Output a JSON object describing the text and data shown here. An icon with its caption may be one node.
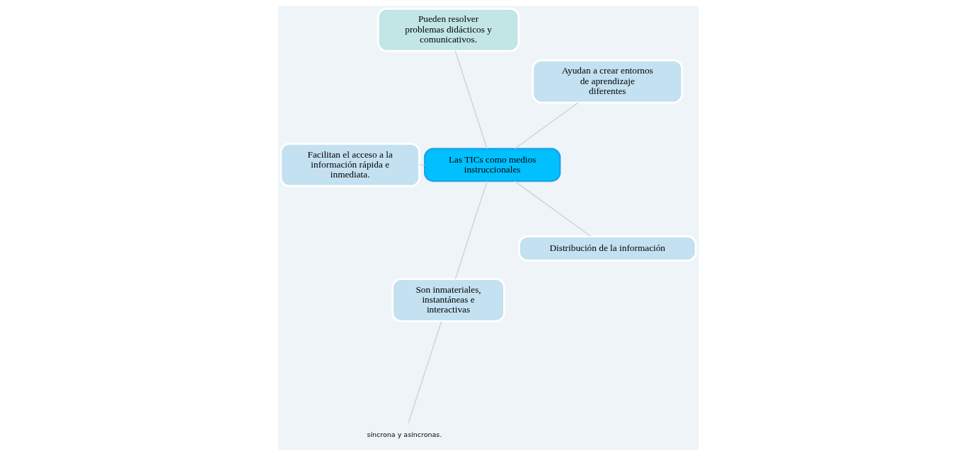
{
  "diagram": {
    "nodes": [
      {
        "text": [
          "Las TICs como medios instruccionales"
        ]
      },
      {
        "text": [
          "Ayudan a crear entornos de aprendizaje diferentes"
        ]
      },
      {
        "text": [
          "Pueden resolver problemas didácticos y comunicativos."
        ]
      },
      {
        "text": [
          "Facilitan el acceso a la información rápida e inmediata."
        ]
      },
      {
        "text": [
          "Son inmateriales, instantáneas e interactivas"
        ]
      },
      {
        "text": [
          "síncrona y asíncronas."
        ]
      },
      {
        "text": [
          "Distribución de la información"
        ]
      }
    ],
    "edges": [
      {
        "from": 0,
        "to": 1,
        "arrow": "none"
      },
      {
        "from": 0,
        "to": 2,
        "arrow": "none"
      },
      {
        "from": 0,
        "to": 3,
        "arrow": "none"
      },
      {
        "from": 0,
        "to": 4,
        "arrow": "none"
      },
      {
        "from": 4,
        "to": 5,
        "arrow": "none"
      },
      {
        "from": 0,
        "to": 6,
        "arrow": "none"
      }
    ]
  }
}
